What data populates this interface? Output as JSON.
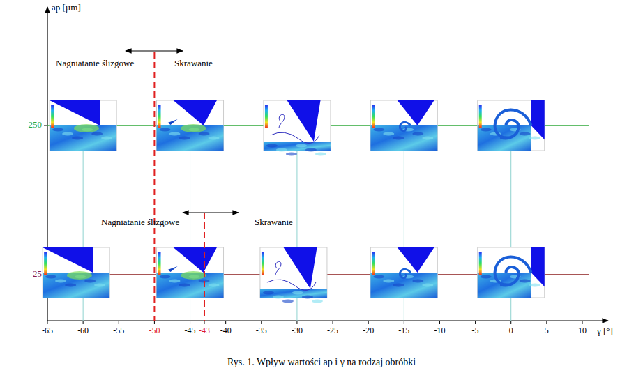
{
  "diagram": {
    "caption": "Rys. 1. Wpływ wartości ap i γ na rodzaj obróbki",
    "labels": [
      "ap [µm]",
      "Nagniatanie ślizgowe",
      "Skrawanie",
      "250",
      "Nagniatanie ślizgowe",
      "Skrawanie",
      "25",
      "-65",
      "-60",
      "-55",
      "-50",
      "-45",
      "-43",
      "-40",
      "-35",
      "-30",
      "-25",
      "-20",
      "-15",
      "-10",
      "-5",
      "0",
      "5",
      "10",
      "γ [°]"
    ]
  }
}
